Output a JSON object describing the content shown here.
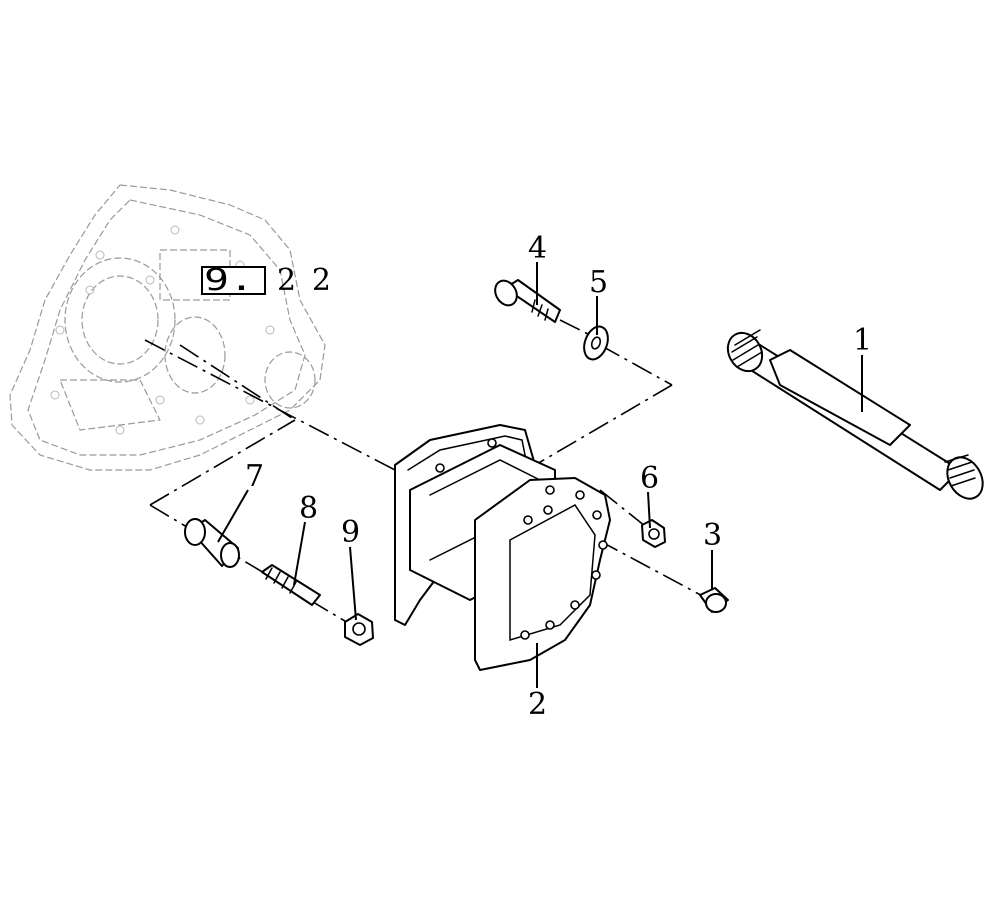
{
  "reference": {
    "boxed_text": "9.",
    "trailing_text": "2 2"
  },
  "callouts": [
    {
      "id": "1",
      "label": "1"
    },
    {
      "id": "2",
      "label": "2"
    },
    {
      "id": "3",
      "label": "3"
    },
    {
      "id": "4",
      "label": "4"
    },
    {
      "id": "5",
      "label": "5"
    },
    {
      "id": "6",
      "label": "6"
    },
    {
      "id": "7",
      "label": "7"
    },
    {
      "id": "8",
      "label": "8"
    },
    {
      "id": "9",
      "label": "9"
    }
  ]
}
